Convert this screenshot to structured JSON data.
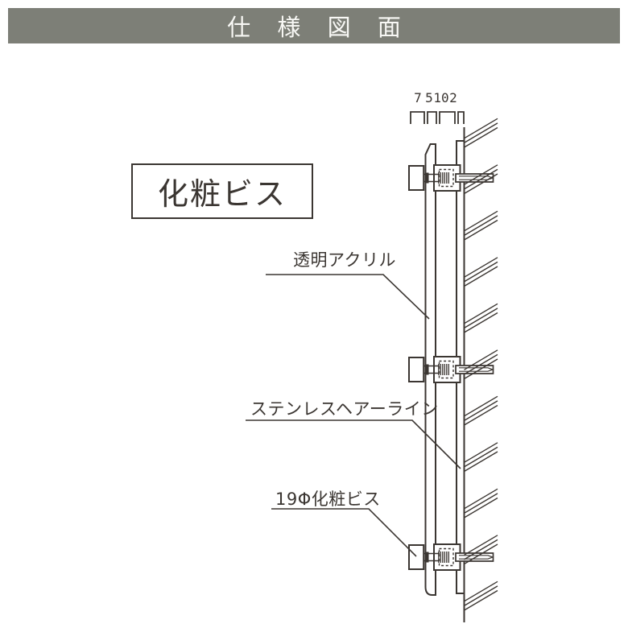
{
  "header": {
    "title": "仕 様 図 面",
    "bg_color": "#7d7f77",
    "text_color": "#f8f8f5"
  },
  "drawing": {
    "line_color": "#3b3632",
    "dimension_ticks": [
      {
        "label": "7"
      },
      {
        "label": "5"
      },
      {
        "label": "10"
      },
      {
        "label": "2"
      }
    ],
    "callouts": {
      "decorative_screw_box": {
        "label": "化粧ビス"
      },
      "clear_acrylic": {
        "label": "透明アクリル"
      },
      "stainless_hairline": {
        "label": "ステンレスヘアーライン"
      },
      "screw_19phi": {
        "label": "19Φ化粧ビス"
      }
    }
  }
}
